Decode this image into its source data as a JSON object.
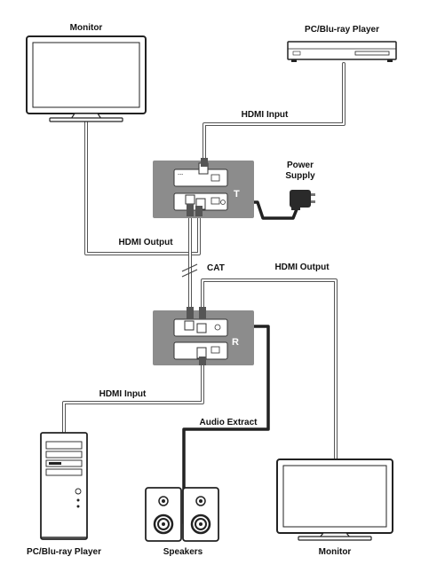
{
  "labels": {
    "monitor_top": "Monitor",
    "player_top": "PC/Blu-ray Player",
    "hdmi_input_top": "HDMI Input",
    "power_supply_line1": "Power",
    "power_supply_line2": "Supply",
    "hdmi_output_left": "HDMI Output",
    "cat": "CAT",
    "hdmi_output_right": "HDMI Output",
    "hdmi_input_bottom": "HDMI Input",
    "audio_extract": "Audio Extract",
    "player_bottom": "PC/Blu-ray Player",
    "speakers": "Speakers",
    "monitor_bottom": "Monitor",
    "transmitter_letter": "T",
    "receiver_letter": "R"
  },
  "colors": {
    "unit_body": "#8c8c8c",
    "cable": "#555555",
    "device_outline": "#222222"
  }
}
